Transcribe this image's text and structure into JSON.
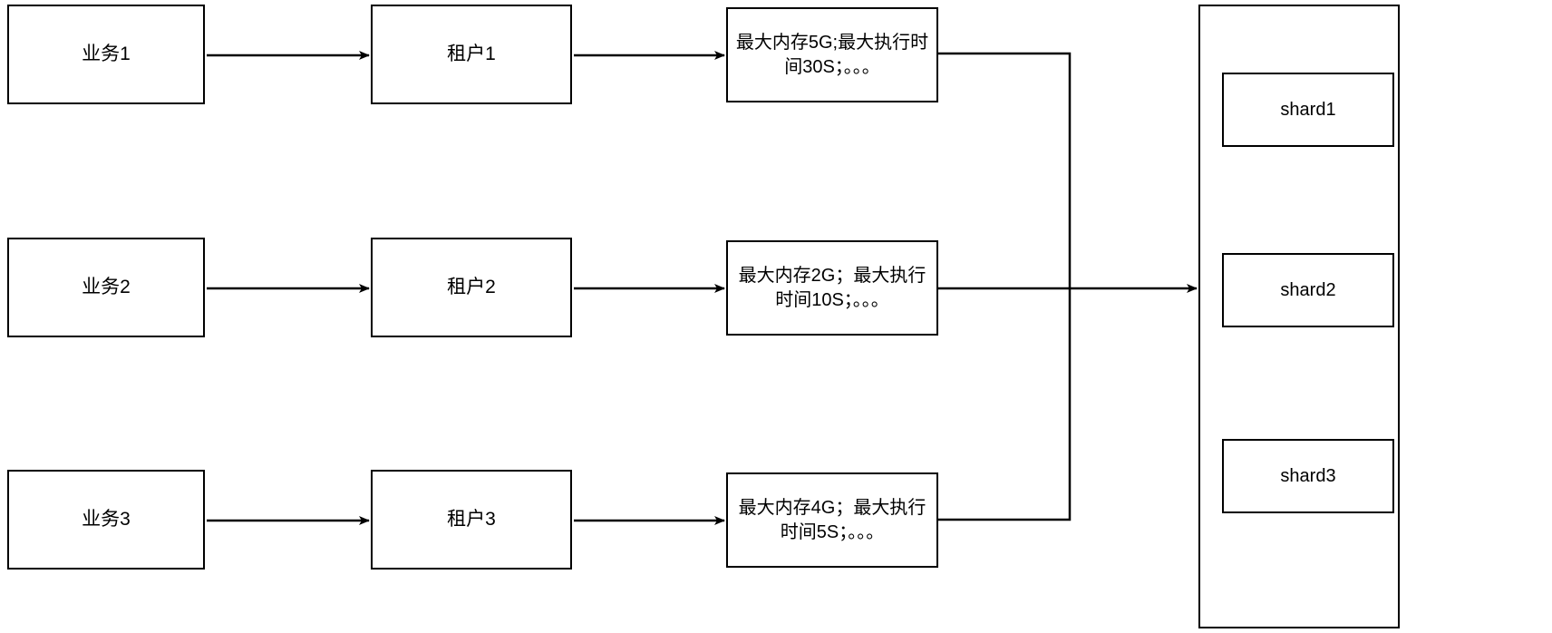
{
  "diagram": {
    "title": "tenant resource quota routing diagram",
    "stroke_color": "#000000",
    "background_color": "#ffffff",
    "columns": {
      "business": [
        {
          "label": "业务1"
        },
        {
          "label": "业务2"
        },
        {
          "label": "业务3"
        }
      ],
      "tenant": [
        {
          "label": "租户1"
        },
        {
          "label": "租户2"
        },
        {
          "label": "租户3"
        }
      ],
      "quota": [
        {
          "label": "最大内存5G;最大执行时间30S；。。。"
        },
        {
          "label": "最大内存2G；最大执行时间10S；。。。"
        },
        {
          "label": "最大内存4G；最大执行时间5S；。。。"
        }
      ],
      "shards": {
        "container_label": "",
        "items": [
          {
            "label": "shard1"
          },
          {
            "label": "shard2"
          },
          {
            "label": "shard3"
          }
        ]
      }
    },
    "edges": [
      {
        "from": "业务1",
        "to": "租户1"
      },
      {
        "from": "业务2",
        "to": "租户2"
      },
      {
        "from": "业务3",
        "to": "租户3"
      },
      {
        "from": "租户1",
        "to": "最大内存5G;最大执行时间30S；。。。"
      },
      {
        "from": "租户2",
        "to": "最大内存2G；最大执行时间10S；。。。"
      },
      {
        "from": "租户3",
        "to": "最大内存4G；最大执行时间5S；。。。"
      },
      {
        "from": "最大内存5G;最大执行时间30S；。。。",
        "to": "shards"
      },
      {
        "from": "最大内存2G；最大执行时间10S；。。。",
        "to": "shards"
      },
      {
        "from": "最大内存4G；最大执行时间5S；。。。",
        "to": "shards"
      }
    ]
  }
}
